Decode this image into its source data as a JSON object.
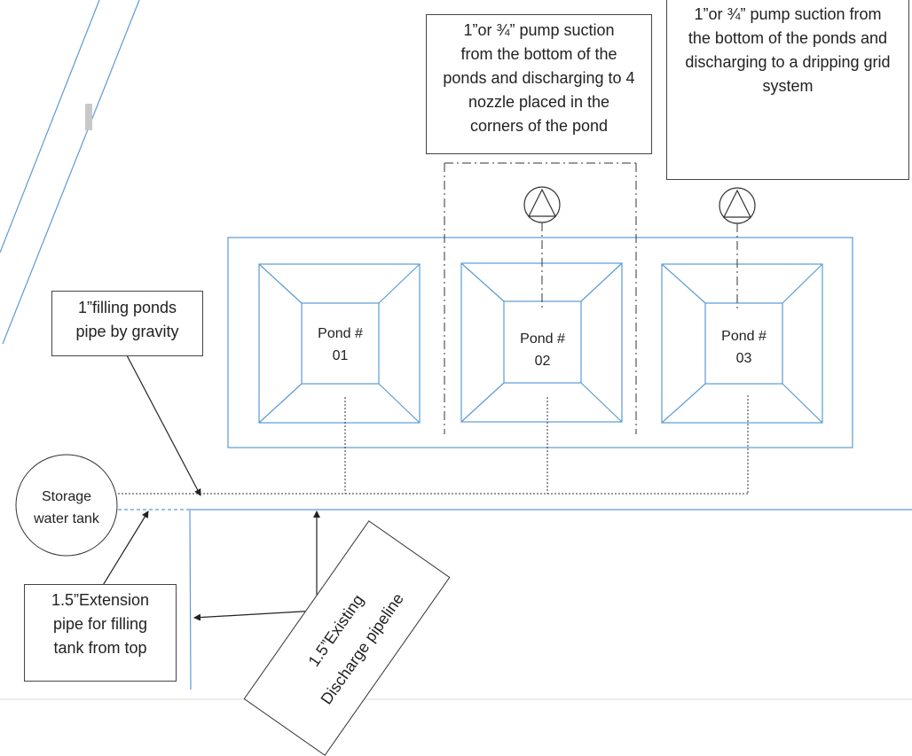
{
  "colors": {
    "blue_line": "#5b9bd5",
    "dark_line": "#333333"
  },
  "callouts": {
    "pump_pond2": [
      "1”or ¾” pump suction",
      "from the bottom of the",
      "ponds and discharging to 4",
      "nozzle placed in the",
      "corners of the pond"
    ],
    "pump_pond3": [
      "1”or ¾” pump suction from",
      "the bottom of the ponds and",
      "discharging to a dripping grid",
      "system"
    ],
    "filling_pipe": [
      "1”filling ponds",
      "pipe by gravity"
    ],
    "extension_pipe": [
      "1.5”Extension",
      "pipe for filling",
      "tank from top"
    ],
    "existing_pipeline": [
      "1.5”Existing",
      "Discharge pipeline"
    ]
  },
  "ponds": [
    {
      "label": [
        "Pond #",
        "01"
      ]
    },
    {
      "label": [
        "Pond #",
        "02"
      ]
    },
    {
      "label": [
        "Pond #",
        "03"
      ]
    }
  ],
  "tank": {
    "label": [
      "Storage",
      "water tank"
    ]
  },
  "icons": [
    "pump-icon",
    "pump-icon"
  ]
}
